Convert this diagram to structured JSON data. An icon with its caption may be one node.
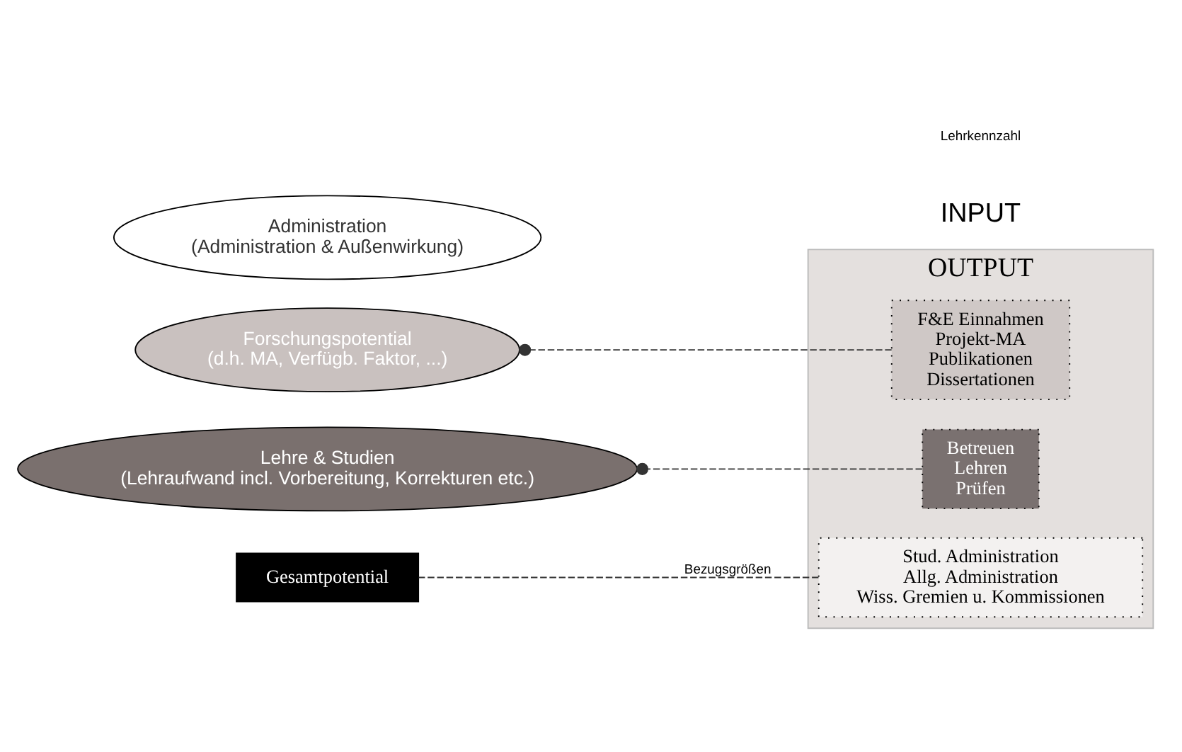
{
  "diagram": {
    "nodes": [
      {
        "text": [
          "OUTPUT"
        ]
      },
      {
        "text": [
          "F&E Einnahmen",
          "Projekt-MA",
          "Publikationen",
          "Dissertationen"
        ],
        "in": 0
      },
      {
        "text": [
          "Betreuen",
          "Lehren",
          "Prüfen"
        ],
        "in": 0
      },
      {
        "text": [
          "Stud. Administration",
          "Allg. Administration",
          "Wiss. Gremien u. Kommissionen"
        ],
        "in": 0
      },
      {
        "text": [
          "Gesamtpotential"
        ]
      },
      {
        "text": [
          "Forschungspotential",
          "(d.h. MA, Verfügb. Faktor, ...)"
        ]
      },
      {
        "text": [
          "Lehre & Studien",
          "(Lehraufwand incl. Vorbereitung, Korrekturen etc.)"
        ]
      },
      {
        "text": [
          "Administration",
          "(Administration & Außenwirkung)"
        ]
      }
    ],
    "edges": [
      {
        "from": 1,
        "to": 5,
        "arrow": "other",
        "style": "dashed"
      },
      {
        "from": 2,
        "to": 6,
        "arrow": "other",
        "style": "dashed"
      },
      {
        "from": 3,
        "to": 4,
        "arrow": "none",
        "style": "dashed",
        "label": "Bezugsgrößen"
      }
    ],
    "labels": [
      "INPUT",
      "Lehrkennzahl"
    ]
  }
}
